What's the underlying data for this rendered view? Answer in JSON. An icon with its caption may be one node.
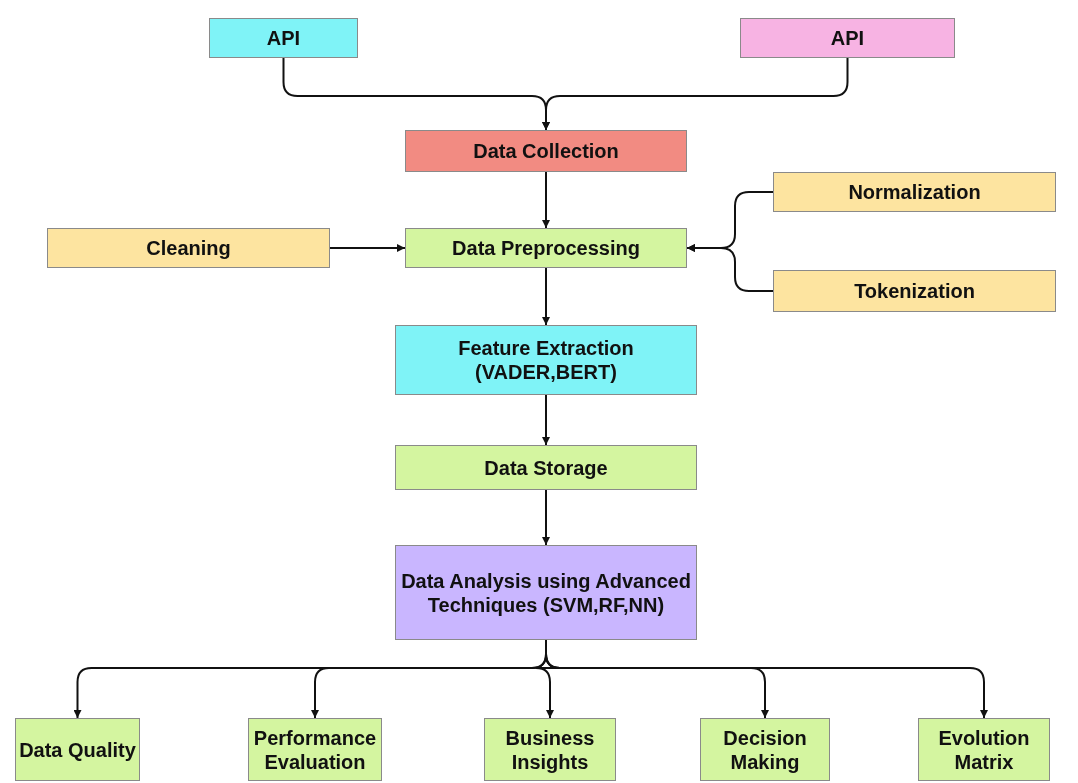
{
  "diagram": {
    "nodes": [
      {
        "text": [
          "API"
        ]
      },
      {
        "text": [
          "API"
        ]
      },
      {
        "text": [
          "Data Collection"
        ]
      },
      {
        "text": [
          "Normalization"
        ]
      },
      {
        "text": [
          "Cleaning"
        ]
      },
      {
        "text": [
          "Data Preprocessing"
        ]
      },
      {
        "text": [
          "Tokenization"
        ]
      },
      {
        "text": [
          "Feature Extraction (VADER,BERT)"
        ]
      },
      {
        "text": [
          "Data Storage"
        ]
      },
      {
        "text": [
          "Data Analysis using Advanced Techniques (SVM,RF,NN)"
        ]
      },
      {
        "text": [
          "Data Quality"
        ]
      },
      {
        "text": [
          "Performance Evaluation"
        ]
      },
      {
        "text": [
          "Business Insights"
        ]
      },
      {
        "text": [
          "Decision Making"
        ]
      },
      {
        "text": [
          "Evolution Matrix"
        ]
      }
    ],
    "edges": [
      {
        "from": 0,
        "to": 2,
        "arrow": "to"
      },
      {
        "from": 1,
        "to": 2,
        "arrow": "to"
      },
      {
        "from": 2,
        "to": 5,
        "arrow": "to"
      },
      {
        "from": 4,
        "to": 5,
        "arrow": "to"
      },
      {
        "from": 3,
        "to": 5,
        "arrow": "to"
      },
      {
        "from": 6,
        "to": 5,
        "arrow": "to"
      },
      {
        "from": 5,
        "to": 7,
        "arrow": "to"
      },
      {
        "from": 7,
        "to": 8,
        "arrow": "to"
      },
      {
        "from": 8,
        "to": 9,
        "arrow": "to"
      },
      {
        "from": 9,
        "to": 10,
        "arrow": "to"
      },
      {
        "from": 9,
        "to": 11,
        "arrow": "to"
      },
      {
        "from": 9,
        "to": 12,
        "arrow": "to"
      },
      {
        "from": 9,
        "to": 13,
        "arrow": "to"
      },
      {
        "from": 9,
        "to": 14,
        "arrow": "to"
      }
    ]
  }
}
